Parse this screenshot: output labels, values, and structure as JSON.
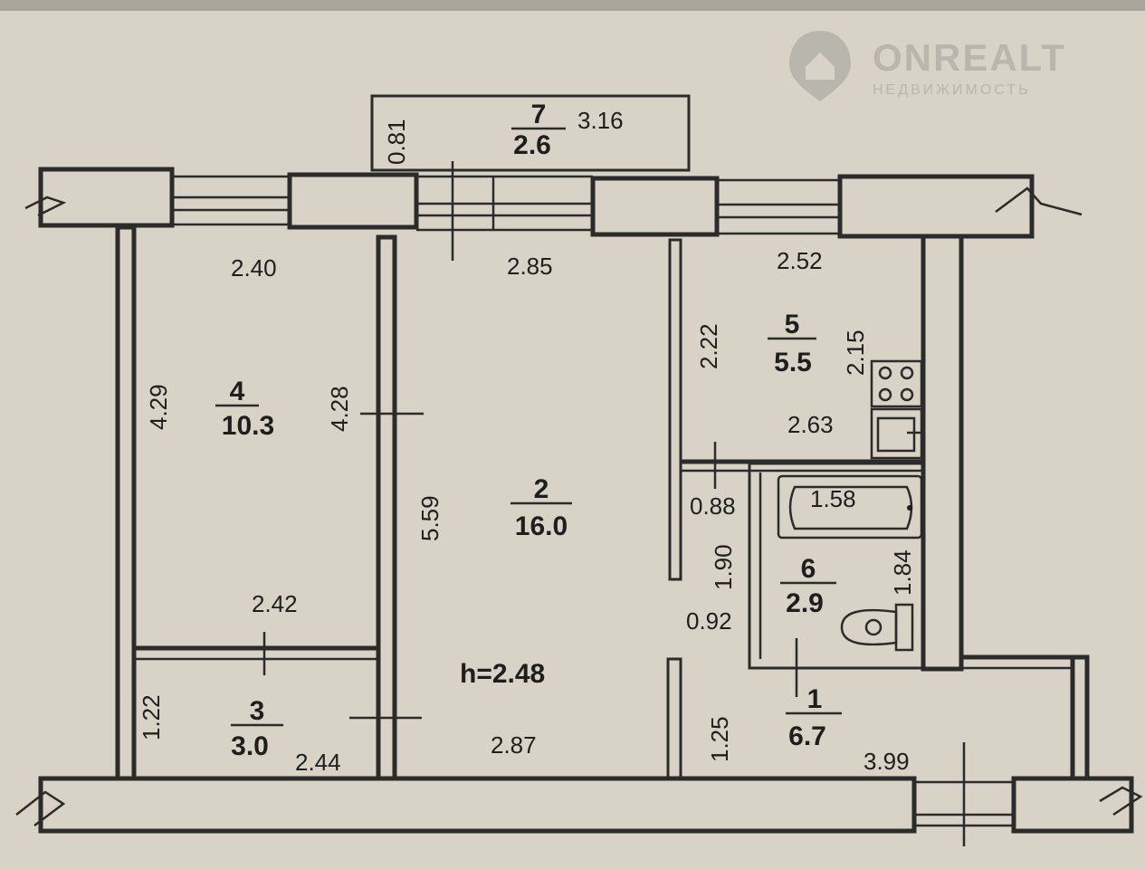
{
  "watermark": {
    "brand": "ONREALT",
    "subtitle": "НЕДВИЖИМОСТЬ"
  },
  "ceiling_height": "h=2.48",
  "rooms": [
    {
      "number": "1",
      "area": "6.7"
    },
    {
      "number": "2",
      "area": "16.0"
    },
    {
      "number": "3",
      "area": "3.0"
    },
    {
      "number": "4",
      "area": "10.3"
    },
    {
      "number": "5",
      "area": "5.5"
    },
    {
      "number": "6",
      "area": "2.9"
    },
    {
      "number": "7",
      "area": "2.6"
    }
  ],
  "dimensions": {
    "balcony_depth": "0.81",
    "balcony_width": "3.16",
    "room4_top": "2.40",
    "room2_top": "2.85",
    "room5_top": "2.52",
    "room4_left": "4.29",
    "room4_right": "4.28",
    "room5_left": "2.22",
    "room5_right": "2.15",
    "room5_bottom": "2.63",
    "room2_left": "5.59",
    "hall_top": "0.88",
    "hall_side": "1.90",
    "bath_width": "1.58",
    "bath_side": "1.84",
    "hall_mid": "0.92",
    "room4_bottom": "2.42",
    "room3_side": "1.22",
    "room3_bottom": "2.44",
    "room2_bottom": "2.87",
    "hall_low": "1.25",
    "hall_bottom": "3.99"
  }
}
